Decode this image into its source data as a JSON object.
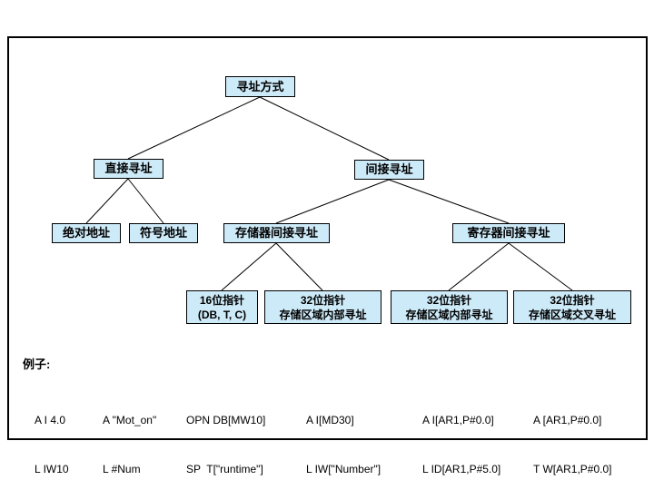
{
  "diagram": {
    "nodes": {
      "root": {
        "label": "寻址方式"
      },
      "direct": {
        "label": "直接寻址"
      },
      "indirect": {
        "label": "间接寻址"
      },
      "absolute": {
        "label": "绝对地址"
      },
      "symbolic": {
        "label": "符号地址"
      },
      "memory_indirect": {
        "label": "存储器间接寻址"
      },
      "register_indirect": {
        "label": "寄存器间接寻址"
      },
      "pointer16": {
        "line1": "16位指针",
        "line2": "(DB, T, C)"
      },
      "pointer32_internal_left": {
        "line1": "32位指针",
        "line2": "存储区域内部寻址"
      },
      "pointer32_internal_right": {
        "line1": "32位指针",
        "line2": "存储区域内部寻址"
      },
      "pointer32_cross": {
        "line1": "32位指针",
        "line2": "存储区域交叉寻址"
      }
    },
    "examples": {
      "heading": "例子:",
      "columns": [
        {
          "line1": "A I 4.0",
          "line2": "L IW10"
        },
        {
          "line1": "A \"Mot_on\"",
          "line2": "L #Num"
        },
        {
          "line1": "OPN DB[MW10]",
          "line2": "SP  T[\"runtime\"]"
        },
        {
          "line1": "A I[MD30]",
          "line2": "L IW[\"Number\"]"
        },
        {
          "line1": "A I[AR1,P#0.0]",
          "line2": "L ID[AR1,P#5.0]"
        },
        {
          "line1": "A [AR1,P#0.0]",
          "line2": "T W[AR1,P#0.0]"
        }
      ]
    }
  },
  "colors": {
    "node_fill": "#cdeaf8",
    "node_border": "#000000",
    "connector": "#000000",
    "frame": "#000000"
  }
}
